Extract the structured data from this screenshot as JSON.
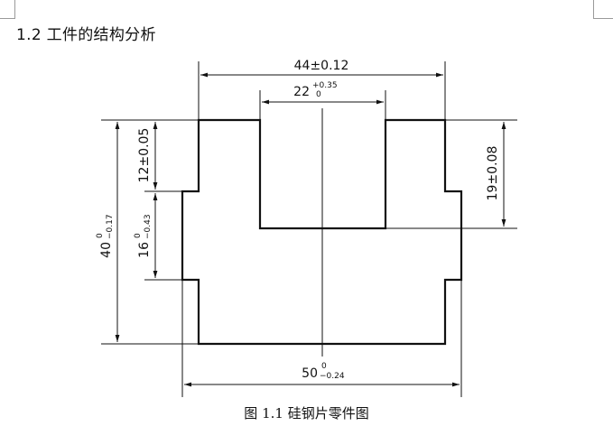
{
  "heading": "1.2 工件的结构分析",
  "caption": "图 1.1  硅钢片零件图",
  "dimensions": {
    "overall_top": "44±0.12",
    "slot_width": {
      "nominal": "22",
      "upper": "+0.35",
      "lower": "0"
    },
    "left_upper_step": "12±0.05",
    "left_middle": {
      "nominal": "16",
      "upper": "0",
      "lower": "−0.43"
    },
    "left_height": {
      "nominal": "40",
      "upper": "0",
      "lower": "−0.17"
    },
    "right_step": "19±0.08",
    "bottom_width": {
      "nominal": "50",
      "upper": "0",
      "lower": "−0.24"
    }
  }
}
